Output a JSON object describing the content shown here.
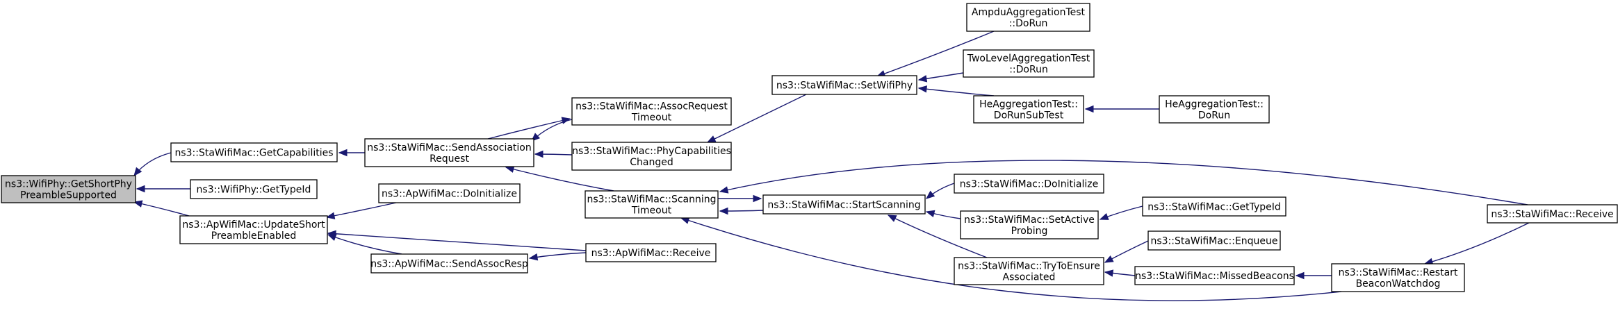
{
  "graph": {
    "nodes": [
      {
        "id": "root",
        "lines": [
          "ns3::WifiPhy::GetShortPhy",
          "PreambleSupported"
        ],
        "highlighted": true
      },
      {
        "id": "getcap",
        "lines": [
          "ns3::StaWifiMac::GetCapabilities"
        ]
      },
      {
        "id": "phygettypeid",
        "lines": [
          "ns3::WifiPhy::GetTypeId"
        ]
      },
      {
        "id": "apupdate",
        "lines": [
          "ns3::ApWifiMac::UpdateShort",
          "PreambleEnabled"
        ]
      },
      {
        "id": "sendassoc",
        "lines": [
          "ns3::StaWifiMac::SendAssociation",
          "Request"
        ]
      },
      {
        "id": "apdoinit",
        "lines": [
          "ns3::ApWifiMac::DoInitialize"
        ]
      },
      {
        "id": "apsendassocresp",
        "lines": [
          "ns3::ApWifiMac::SendAssocResp"
        ]
      },
      {
        "id": "assocreqtimeout",
        "lines": [
          "ns3::StaWifiMac::AssocRequest",
          "Timeout"
        ]
      },
      {
        "id": "phycapchanged",
        "lines": [
          "ns3::StaWifiMac::PhyCapabilities",
          "Changed"
        ]
      },
      {
        "id": "scantimeout",
        "lines": [
          "ns3::StaWifiMac::Scanning",
          "Timeout"
        ]
      },
      {
        "id": "apreceive",
        "lines": [
          "ns3::ApWifiMac::Receive"
        ]
      },
      {
        "id": "setwifiphy",
        "lines": [
          "ns3::StaWifiMac::SetWifiPhy"
        ]
      },
      {
        "id": "startscanning",
        "lines": [
          "ns3::StaWifiMac::StartScanning"
        ]
      },
      {
        "id": "ampdutest",
        "lines": [
          "AmpduAggregationTest",
          "::DoRun"
        ]
      },
      {
        "id": "twoleveltest",
        "lines": [
          "TwoLevelAggregationTest",
          "::DoRun"
        ]
      },
      {
        "id": "hesubtest",
        "lines": [
          "HeAggregationTest::",
          "DoRunSubTest"
        ]
      },
      {
        "id": "stadoinit",
        "lines": [
          "ns3::StaWifiMac::DoInitialize"
        ]
      },
      {
        "id": "setactiveprobing",
        "lines": [
          "ns3::StaWifiMac::SetActive",
          "Probing"
        ]
      },
      {
        "id": "tryensure",
        "lines": [
          "ns3::StaWifiMac::TryToEnsure",
          "Associated"
        ]
      },
      {
        "id": "hedorun",
        "lines": [
          "HeAggregationTest::",
          "DoRun"
        ]
      },
      {
        "id": "stagettypeid",
        "lines": [
          "ns3::StaWifiMac::GetTypeId"
        ]
      },
      {
        "id": "enqueue",
        "lines": [
          "ns3::StaWifiMac::Enqueue"
        ]
      },
      {
        "id": "missedbeacons",
        "lines": [
          "ns3::StaWifiMac::MissedBeacons"
        ]
      },
      {
        "id": "restartbeacon",
        "lines": [
          "ns3::StaWifiMac::Restart",
          "BeaconWatchdog"
        ]
      },
      {
        "id": "stareceive",
        "lines": [
          "ns3::StaWifiMac::Receive"
        ]
      }
    ],
    "edges": [
      {
        "from": "getcap",
        "to": "root"
      },
      {
        "from": "phygettypeid",
        "to": "root"
      },
      {
        "from": "apupdate",
        "to": "root"
      },
      {
        "from": "sendassoc",
        "to": "getcap"
      },
      {
        "from": "apdoinit",
        "to": "apupdate"
      },
      {
        "from": "apsendassocresp",
        "to": "apupdate"
      },
      {
        "from": "apreceive",
        "to": "apupdate"
      },
      {
        "from": "assocreqtimeout",
        "to": "sendassoc"
      },
      {
        "from": "phycapchanged",
        "to": "sendassoc"
      },
      {
        "from": "scantimeout",
        "to": "sendassoc"
      },
      {
        "from": "sendassoc",
        "to": "assocreqtimeout"
      },
      {
        "from": "apreceive",
        "to": "apsendassocresp"
      },
      {
        "from": "setwifiphy",
        "to": "phycapchanged"
      },
      {
        "from": "startscanning",
        "to": "scantimeout"
      },
      {
        "from": "scantimeout",
        "to": "startscanning"
      },
      {
        "from": "stareceive",
        "to": "scantimeout"
      },
      {
        "from": "restartbeacon",
        "to": "scantimeout"
      },
      {
        "from": "ampdutest",
        "to": "setwifiphy"
      },
      {
        "from": "twoleveltest",
        "to": "setwifiphy"
      },
      {
        "from": "hesubtest",
        "to": "setwifiphy"
      },
      {
        "from": "stadoinit",
        "to": "startscanning"
      },
      {
        "from": "setactiveprobing",
        "to": "startscanning"
      },
      {
        "from": "tryensure",
        "to": "startscanning"
      },
      {
        "from": "hedorun",
        "to": "hesubtest"
      },
      {
        "from": "stagettypeid",
        "to": "setactiveprobing"
      },
      {
        "from": "enqueue",
        "to": "tryensure"
      },
      {
        "from": "missedbeacons",
        "to": "tryensure"
      },
      {
        "from": "restartbeacon",
        "to": "missedbeacons"
      },
      {
        "from": "stareceive",
        "to": "restartbeacon"
      }
    ],
    "colors": {
      "edge": "#191970",
      "highlight_fill": "#bfbfbf",
      "node_fill": "#ffffff",
      "node_stroke": "#000000"
    }
  }
}
